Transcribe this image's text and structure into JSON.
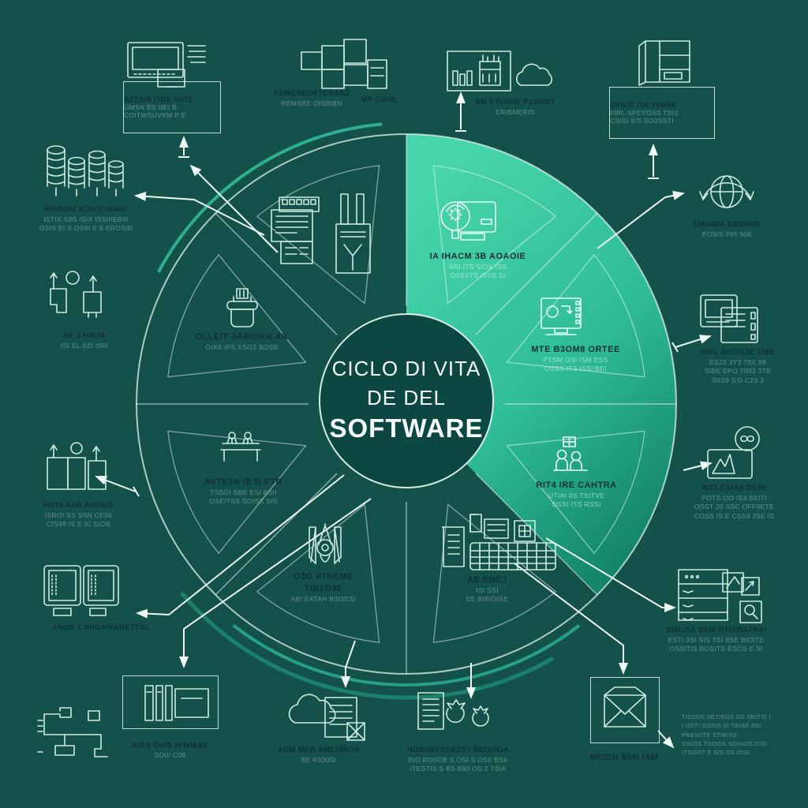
{
  "colors": {
    "background": "#14514B",
    "sector_light_top": "#48D4AA",
    "sector_light_bottom": "#0F7A61",
    "line_color": "#D9F1E8",
    "title_text": "#0E3036",
    "center_text": "#F4FBF8",
    "accent_arc": "#2FAF8E"
  },
  "center": {
    "l1": "CICLO DI VITA",
    "l2": "DE DEL",
    "l3": "SOFTWARE"
  },
  "outer": {
    "tl_box": {
      "title": "AZZIUS ITRE HSTE",
      "l1": "UMSN BS NEI B",
      "l2": "COITWSUVKM P E"
    },
    "top_boxes": {
      "title": "PEMEREO8TCRAS2",
      "l1": "REMSRE OISBIBN",
      "side": "MP OSIIE"
    },
    "factory": {
      "title": "SM ETOWIE P13VIST",
      "l1": "ERIBMERIS"
    },
    "tr_box": {
      "title": "OPILIT ITA VANRE",
      "l1": "FIRL SPEYOSS TBIS",
      "l2": "CSISI S'S SO3SSTI"
    },
    "globe": {
      "title": "EMIXBM EB3MRE",
      "l1": "POSIS PPI 908"
    },
    "devices": {
      "title": "ISRL BIUTE3E IT8E",
      "l1": "ES23 3Y3 70X 98",
      "l2": "SIBE EPO 7093 3TB",
      "l3": "SIIS9 S'O C23 3"
    },
    "metrics": {
      "title": "M31 EAIA8 DEMI",
      "l1": "POTS OO IS3 SEITI",
      "l2": "OSST 20 SSC OFF9ETE",
      "l3": "COSS IS E CSS9 JSE IS"
    },
    "server": {
      "title": "SMEISA BEI8 RTUIBATKSI",
      "l1": "ESTI 3SI SIS TSI 8SE BIOITE",
      "l2": "OSSITIS BOSITS ESOS E SI"
    },
    "envelope": {
      "title": "MGS3I 508I ISM"
    },
    "paragraph": {
      "l1": "TISSOS SETISOS OS SEITSI I",
      "l2": "I OSTI OSSIS SI TEISE BSI",
      "l3": "PRESIITE STIBISS",
      "l4": "OSIOS TSISOS SOSIOS CISI",
      "l5": "ITSISST E SIS OS OISI"
    },
    "money": {
      "title": "NOBNEI EHE23 I REOI3OA",
      "l1": "BIO ROIIOB S OSI S OSII BSII",
      "l2": "ITESTIS S BS B93 OS 2 TSIA"
    },
    "cloud_doc": {
      "title": "ACM MER AME/3BOR",
      "l1": "BE R330SI"
    },
    "books": {
      "title": "AIE8 OHS IVHMAE",
      "l1": "SOIII C08"
    },
    "monitors": {
      "title": "ANSN 1 BIIGAIVARETTBL"
    },
    "kanban": {
      "title": "84IT6 AIIB AHVAIE",
      "l1": "ISROI SS SSN CE99",
      "l2": "CIS99 IS E IC SIOB"
    },
    "person": {
      "title": "AE 2 HBUA",
      "l1": "ISI EL S2I S9II"
    },
    "cylinders": {
      "title": "RIS2OIU KIAVV IAMIE",
      "l1": "ISTIX S9S ISIX ISSIIIEBIII",
      "l2": "OSIS EI S OS9I II S EROSIR"
    }
  },
  "inner": {
    "basket": {
      "title": "OLLEIT 3ABIUKA AK",
      "l1": "OIXA IPS XSG3 BOSB"
    },
    "bench": {
      "title": "AVTE3A IE B ETB",
      "l1": "TSSOI SBE ESI BSII",
      "l2": "OSEITSS SOISS SIS"
    },
    "robe": {
      "title": "O3O ATNEME TIB1O3E",
      "l1": "ABI EATAH B3ISESI"
    },
    "checklist": {
      "title": "AE ENEJ",
      "l1": "ISI SSI",
      "l2": "EE BIBIOISE"
    },
    "people": {
      "title": "RIT4 IRE CAHTRA",
      "l1": "UTIAI IIS TSITVE",
      "l2": "OSSI ITS RSSI"
    },
    "video": {
      "title": "MTE B3OM8 ORTEE",
      "l1": "PTSM OSI ISM ESS",
      "l2": "OSSS ITS ISSI BEI"
    },
    "camera": {
      "title": "IA IHACM 3B AOAOIE",
      "l1": "NSI ITS SIOX ISS",
      "l2": "OSSIITS ISSS SI"
    }
  }
}
